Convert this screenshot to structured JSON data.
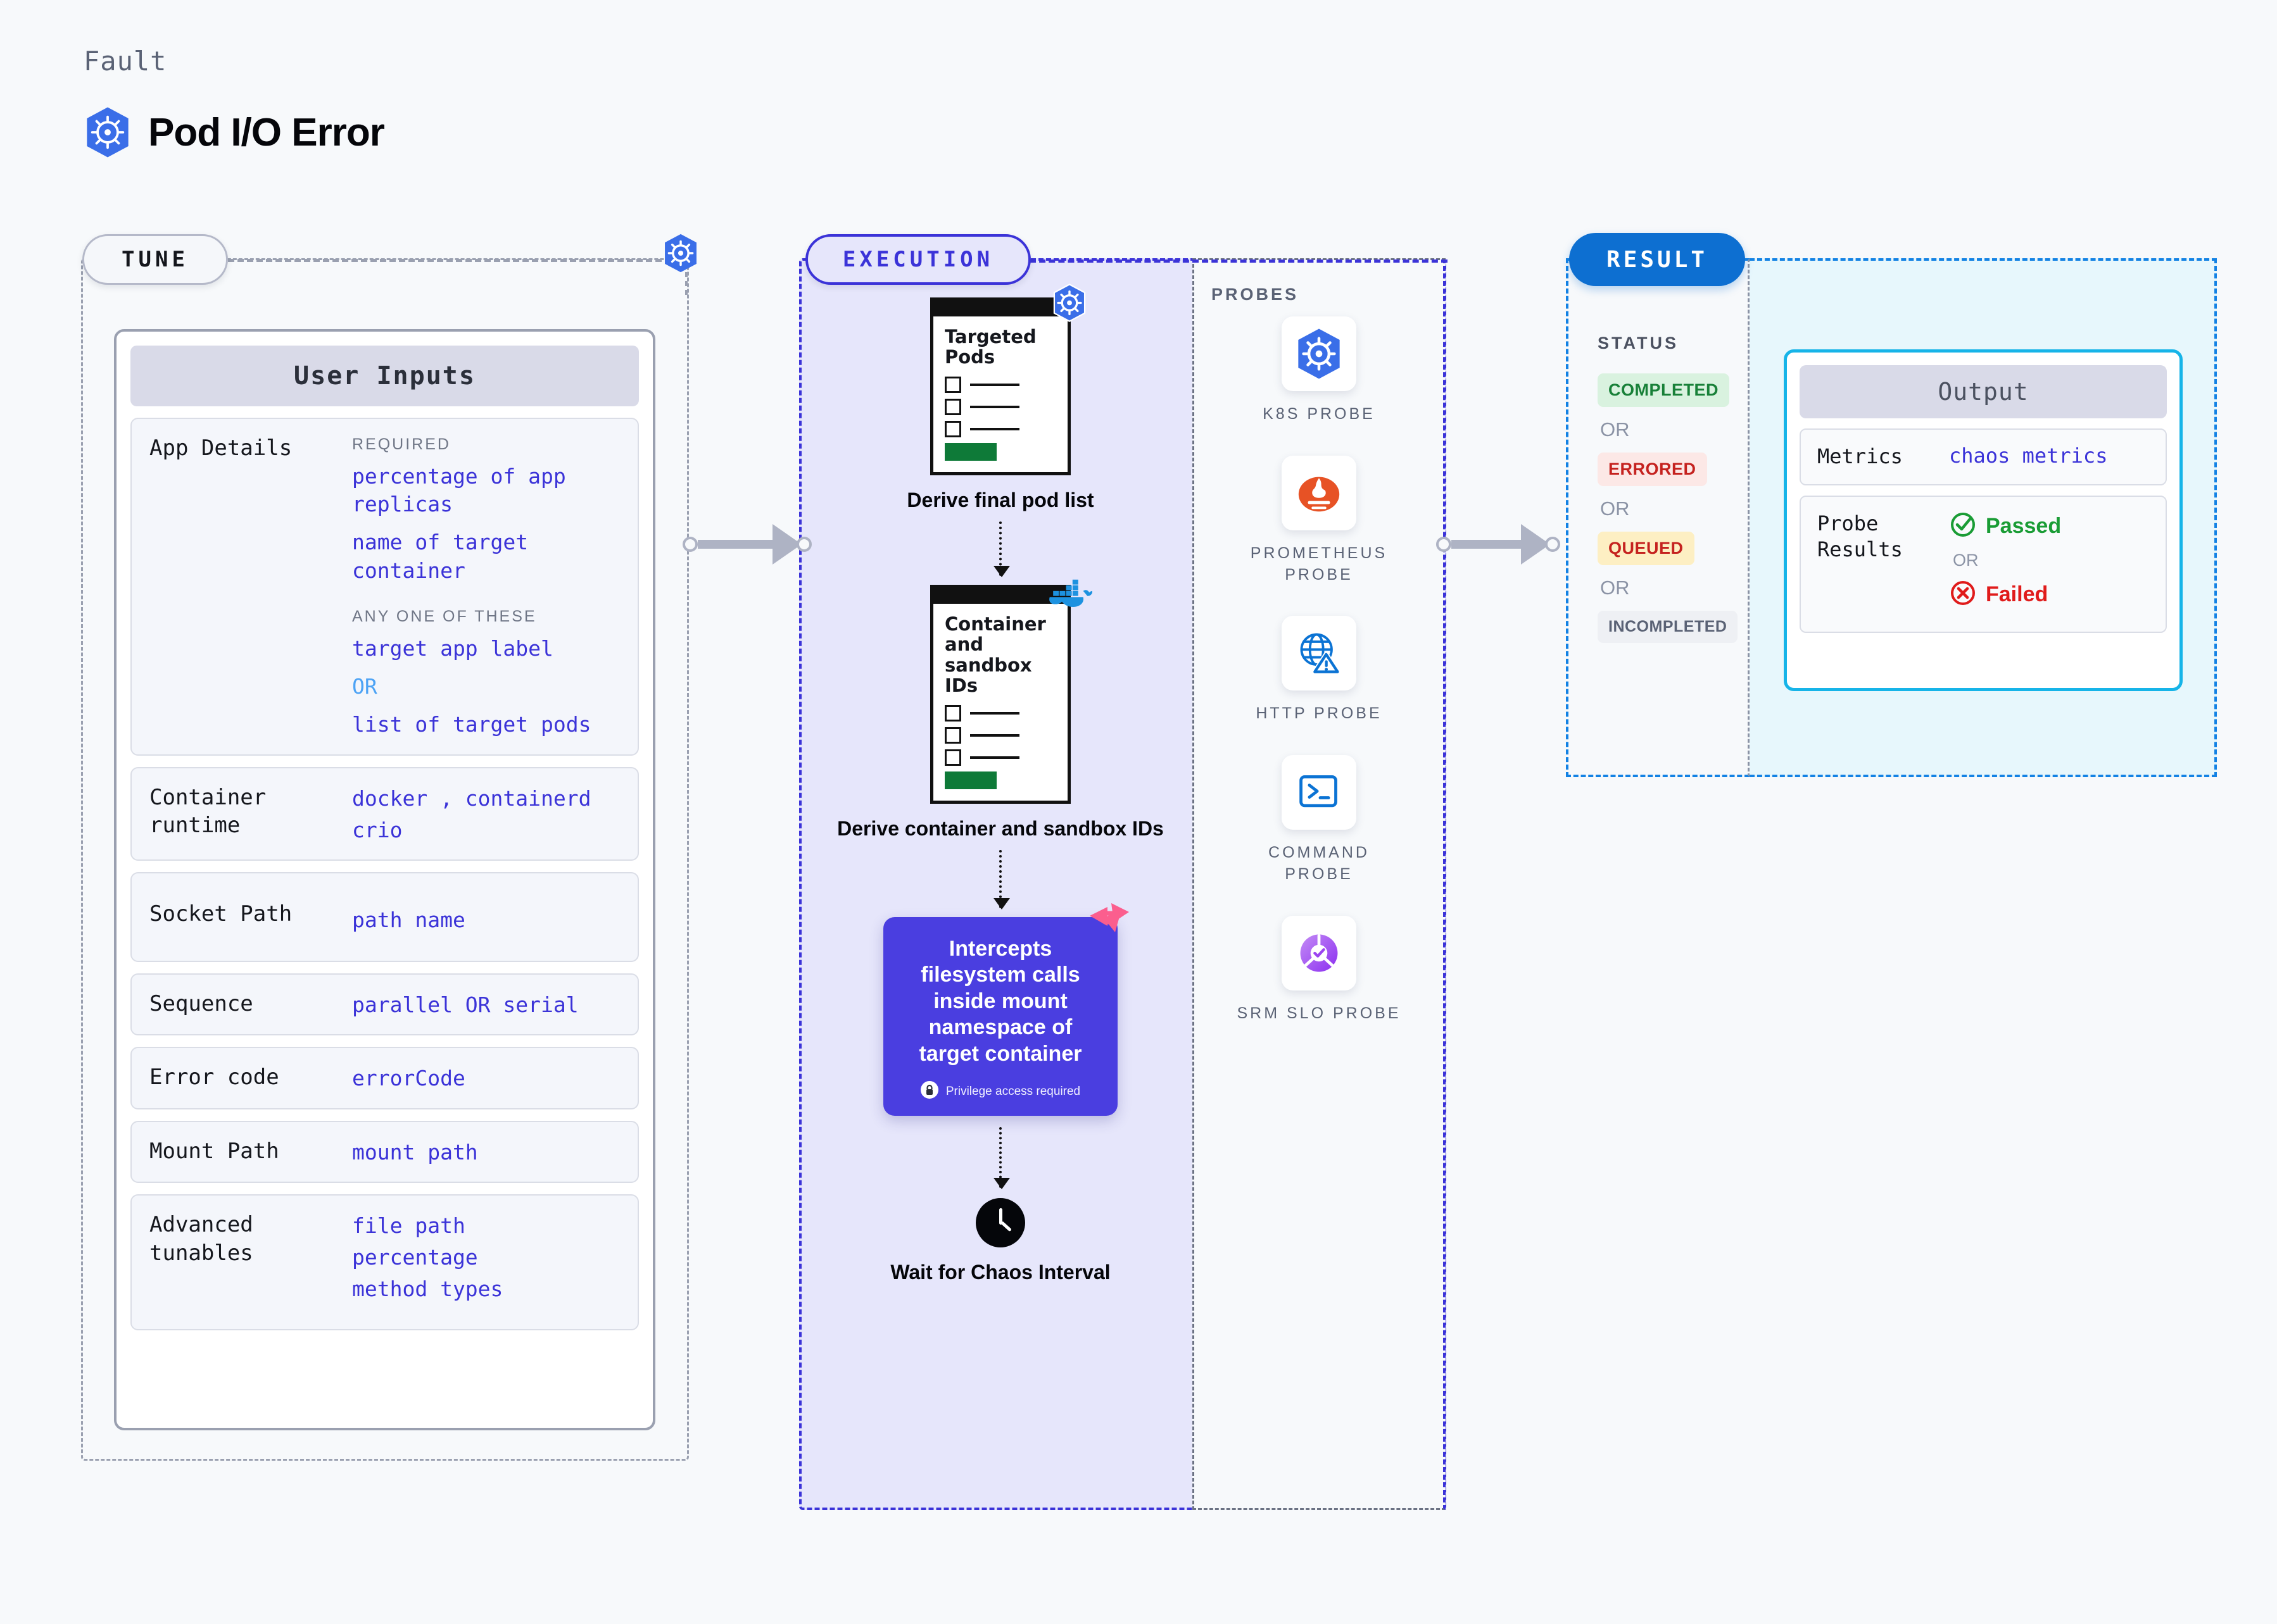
{
  "header": {
    "kicker": "Fault",
    "title": "Pod I/O Error",
    "icon": "kubernetes-icon"
  },
  "tune": {
    "label": "TUNE",
    "badge_icon": "kubernetes-icon",
    "card_title": "User Inputs",
    "rows": [
      {
        "key": "App Details",
        "sections": [
          {
            "label": "REQUIRED",
            "values": [
              "percentage of app replicas",
              "name of target container"
            ]
          },
          {
            "label": "ANY ONE OF THESE",
            "values": [
              "target app label",
              "OR",
              "list of target pods"
            ]
          }
        ]
      },
      {
        "key": "Container runtime",
        "values": [
          "docker , containerd",
          "crio"
        ]
      },
      {
        "key": "Socket Path",
        "values": [
          "path name"
        ]
      },
      {
        "key": "Sequence",
        "values": [
          "parallel OR serial"
        ]
      },
      {
        "key": "Error code",
        "values": [
          "errorCode"
        ]
      },
      {
        "key": "Mount Path",
        "values": [
          "mount path"
        ]
      },
      {
        "key": "Advanced tunables",
        "values": [
          "file path",
          "percentage",
          "method types"
        ]
      }
    ]
  },
  "execution": {
    "label": "EXECUTION",
    "steps": [
      {
        "card_title": "Targeted Pods",
        "card_badge_icon": "kubernetes-icon",
        "caption": "Derive final pod list"
      },
      {
        "card_title": "Container and sandbox IDs",
        "card_badge_icon": "docker-icon",
        "caption": "Derive container and sandbox IDs"
      }
    ],
    "intercept": {
      "text": "Intercepts filesystem calls inside mount namespace of target container",
      "note": "Privilege access required",
      "note_icon": "lock-icon",
      "badge_icon": "litmus-icon",
      "color": "#4a3ee0"
    },
    "wait": {
      "icon": "clock-icon",
      "caption": "Wait for Chaos Interval"
    }
  },
  "probes": {
    "title": "PROBES",
    "items": [
      {
        "label": "K8S PROBE",
        "icon": "kubernetes-icon"
      },
      {
        "label": "PROMETHEUS PROBE",
        "icon": "prometheus-icon"
      },
      {
        "label": "HTTP PROBE",
        "icon": "http-globe-warning-icon"
      },
      {
        "label": "COMMAND PROBE",
        "icon": "terminal-icon"
      },
      {
        "label": "SRM SLO PROBE",
        "icon": "srm-slo-icon"
      }
    ]
  },
  "result": {
    "label": "RESULT",
    "status_title": "STATUS",
    "or_text": "OR",
    "statuses": [
      {
        "text": "COMPLETED",
        "color": "#188038",
        "bg": "#d9f2df"
      },
      {
        "text": "ERRORED",
        "color": "#c5221f",
        "bg": "#fce8e6"
      },
      {
        "text": "QUEUED",
        "color": "#c5221f",
        "bg": "#fdefc3"
      },
      {
        "text": "INCOMPLETED",
        "color": "#5a6275",
        "bg": "#eef0f4"
      }
    ],
    "output": {
      "title": "Output",
      "metrics_key": "Metrics",
      "metrics_value": "chaos metrics",
      "probe_results_key": "Probe Results",
      "passed": "Passed",
      "failed": "Failed",
      "or_text": "OR",
      "passed_color": "#1a9c35",
      "failed_color": "#e01b1b"
    }
  }
}
